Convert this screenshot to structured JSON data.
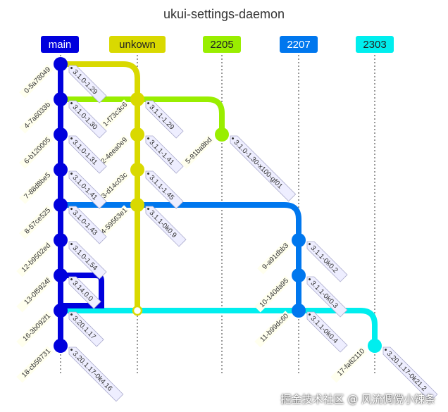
{
  "title": "ukui-settings-daemon",
  "watermark": "掘金技术社区 @ 风流倜傥小辣条",
  "branches": [
    {
      "name": "main",
      "color": "#0000dd",
      "text_color": "#ffffff"
    },
    {
      "name": "unkown",
      "color": "#d9d900",
      "text_color": "#222222"
    },
    {
      "name": "2205",
      "color": "#99ee00",
      "text_color": "#222222"
    },
    {
      "name": "2207",
      "color": "#0077ee",
      "text_color": "#ffffff"
    },
    {
      "name": "2303",
      "color": "#00eeee",
      "text_color": "#222222"
    }
  ],
  "commits": [
    {
      "id": "0-5a78049",
      "branch": 0,
      "row": 0,
      "tag": "3.1.0-1.29"
    },
    {
      "id": "1-f73c3c6",
      "branch": 1,
      "row": 1,
      "tag": "3.1.1-1.29"
    },
    {
      "id": "4-7a6033b",
      "branch": 0,
      "row": 1,
      "tag": "3.1.0-1.30"
    },
    {
      "id": "5-91ba8bd",
      "branch": 2,
      "row": 2,
      "tag": "3.1.0-1.30-x100-gf01"
    },
    {
      "id": "2-4eea0e9",
      "branch": 1,
      "row": 2,
      "tag": "3.1.1-1.41"
    },
    {
      "id": "6-b120005",
      "branch": 0,
      "row": 2,
      "tag": "3.1.0-1.31"
    },
    {
      "id": "3-d14c03c",
      "branch": 1,
      "row": 3,
      "tag": "3.1.1-1.45"
    },
    {
      "id": "7-88d8be5",
      "branch": 0,
      "row": 3,
      "tag": "3.1.0-1.41"
    },
    {
      "id": "14-59563e1",
      "branch": 1,
      "row": 4,
      "tag": "3.1.1-0k0.9"
    },
    {
      "id": "8-57ce525",
      "branch": 0,
      "row": 4,
      "tag": "3.1.0-1.43"
    },
    {
      "id": "9-a91dbb3",
      "branch": 3,
      "row": 5,
      "tag": "3.1.1-0k0.2"
    },
    {
      "id": "12-b9502ed",
      "branch": 0,
      "row": 5,
      "tag": "3.1.0-1.54"
    },
    {
      "id": "10-140da95",
      "branch": 3,
      "row": 6,
      "tag": "3.1.1-0k0.3"
    },
    {
      "id": "13-0f5924f",
      "branch": 0,
      "row": 6,
      "tag": "3.14.0.0"
    },
    {
      "id": "11-b99dc60",
      "branch": 3,
      "row": 7,
      "tag": "3.1.1-0k0.4"
    },
    {
      "id": "16-3b092f1",
      "branch": 0,
      "row": 7,
      "tag": "3.20.1.17"
    },
    {
      "id": "17-fa82110",
      "branch": 4,
      "row": 8,
      "tag": "3.20.1.17-0k21.2"
    },
    {
      "id": "18-cb59731",
      "branch": 0,
      "row": 8,
      "tag": "3.20.1.17-0k4.16"
    }
  ]
}
